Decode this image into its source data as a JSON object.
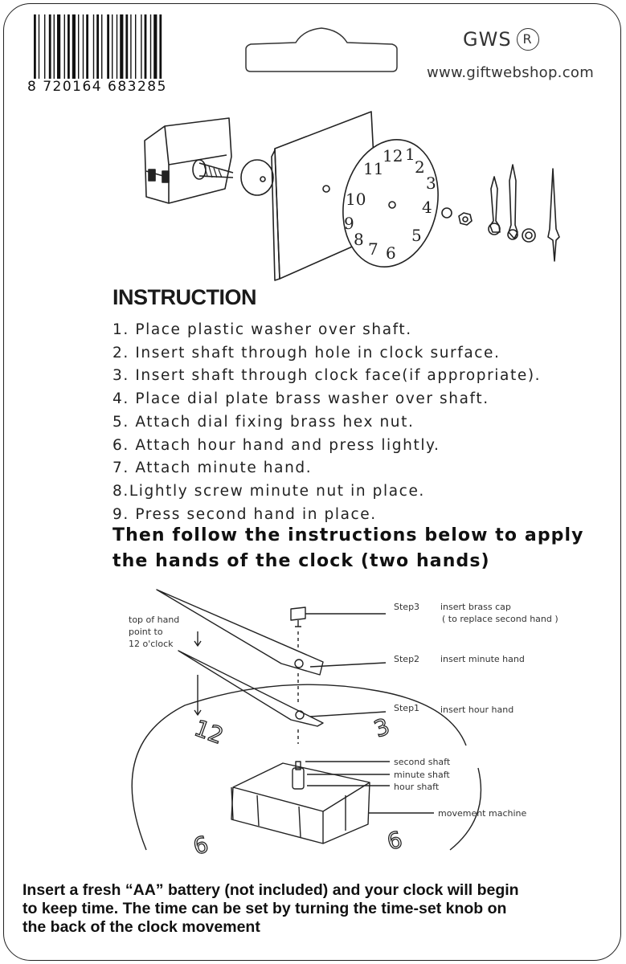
{
  "barcode": {
    "number": "8 720164 683285"
  },
  "brand": {
    "name": "GWS",
    "mark": "R",
    "website": "www.giftwebshop.com"
  },
  "assembly": {
    "dial_numbers": [
      "12",
      "1",
      "2",
      "3",
      "4",
      "5",
      "6",
      "7",
      "8",
      "9",
      "10",
      "11"
    ]
  },
  "instructions": {
    "heading": "INSTRUCTION",
    "steps": [
      "1. Place plastic washer over shaft.",
      "2. Insert shaft through hole in clock surface.",
      "3. Insert shaft through clock face(if appropriate).",
      "4. Place dial plate brass washer over shaft.",
      "5. Attach dial fixing brass hex nut.",
      "6. Attach hour hand and press lightly.",
      "7. Attach minute hand.",
      "8.Lightly screw minute nut in place.",
      "9. Press second hand in place."
    ],
    "follow": "Then follow the instructions below to apply the hands of the clock (two hands)"
  },
  "diagram": {
    "top_note": [
      "top of hand",
      "point to",
      "12 o'clock"
    ],
    "step3": {
      "label": "Step3",
      "text": "insert brass cap",
      "sub": "( to replace second hand )"
    },
    "step2": {
      "label": "Step2",
      "text": "insert minute hand"
    },
    "step1": {
      "label": "Step1",
      "text": "insert hour hand"
    },
    "shafts": [
      "second shaft",
      "minute shaft",
      "hour shaft"
    ],
    "movement": "movement machine",
    "numbers": {
      "n12": "12",
      "n3": "3",
      "n6": "6",
      "n9": "9"
    }
  },
  "battery": {
    "line1": "Insert a fresh “AA” battery (not included) and your clock will begin",
    "line2": "to keep time. The time can be set by turning the time-set knob on",
    "line3": "the back of the clock movement"
  }
}
